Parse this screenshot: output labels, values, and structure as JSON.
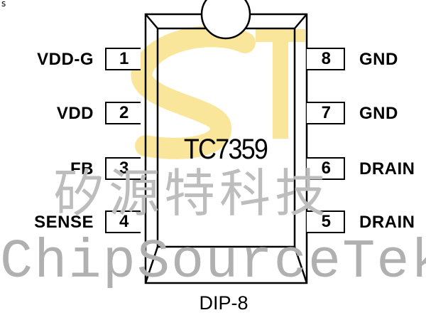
{
  "corner_mark": "s",
  "chip": {
    "name": "TC7359",
    "package": "DIP-8"
  },
  "pins": {
    "left": [
      {
        "number": "1",
        "label": "VDD-G"
      },
      {
        "number": "2",
        "label": "VDD"
      },
      {
        "number": "3",
        "label": "FB"
      },
      {
        "number": "4",
        "label": "SENSE"
      }
    ],
    "right": [
      {
        "number": "8",
        "label": "GND"
      },
      {
        "number": "7",
        "label": "GND"
      },
      {
        "number": "6",
        "label": "DRAIN"
      },
      {
        "number": "5",
        "label": "DRAIN"
      }
    ]
  },
  "watermark": {
    "chinese": "矽源特科技",
    "english": "ChipSourceTek",
    "logo_color": "#f6d24a"
  }
}
